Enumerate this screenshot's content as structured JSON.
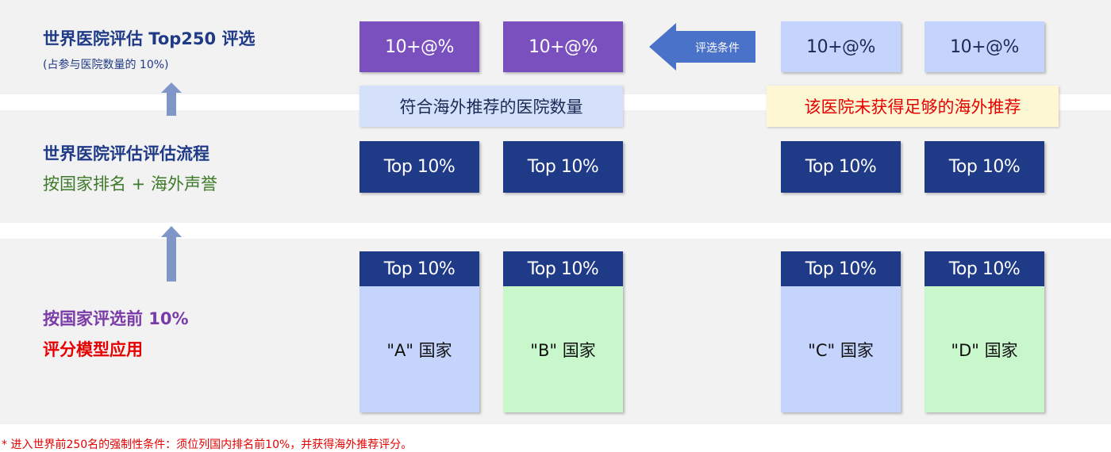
{
  "stage1": {
    "title": "世界医院评估 Top250 评选",
    "subtitle": "(占参与医院数量的 10%)"
  },
  "stage2": {
    "title": "世界医院评估评估流程",
    "subtitle": "按国家排名 + 海外声誉"
  },
  "stage3": {
    "title": "按国家评选前 10%",
    "subtitle": "评分模型应用"
  },
  "row1": {
    "boxes": [
      "10+@%",
      "10+@%",
      "10+@%",
      "10+@%"
    ],
    "arrow_label": "评选条件"
  },
  "labels": {
    "left": "符合海外推荐的医院数量",
    "right": "该医院未获得足够的海外推荐"
  },
  "row2": {
    "boxes": [
      "Top 10%",
      "Top 10%",
      "Top 10%",
      "Top 10%"
    ]
  },
  "countries": [
    {
      "head": "Top 10%",
      "name": "\"A\" 国家",
      "color": "#c5d4fc"
    },
    {
      "head": "Top 10%",
      "name": "\"B\" 国家",
      "color": "#c8f7cc"
    },
    {
      "head": "Top 10%",
      "name": "\"C\" 国家",
      "color": "#c5d4fc"
    },
    {
      "head": "Top 10%",
      "name": "\"D\" 国家",
      "color": "#c8f7cc"
    }
  ],
  "footnote": {
    "mark": "*",
    "text": " 进入世界前250名的强制性条件：须位列国内排名前10%，并获得海外推荐评分。"
  },
  "colors": {
    "stage_title_blue": "#1f3a86",
    "stage2_subtitle_green": "#3d7a2a",
    "stage3_title_purple": "#7a3aa8",
    "stage3_subtitle_red": "#e60000",
    "arrow_blue": "#4a72c8",
    "up_arrow": "#8096c8"
  }
}
